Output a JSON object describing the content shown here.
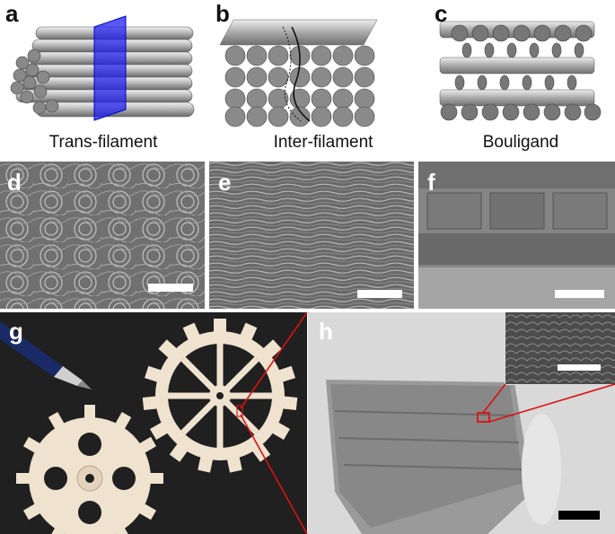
{
  "figure": {
    "panels": [
      {
        "id": "a",
        "label": "a",
        "caption": "Trans-filament"
      },
      {
        "id": "b",
        "label": "b",
        "caption": "Inter-filament"
      },
      {
        "id": "c",
        "label": "c",
        "caption": "Bouligand"
      },
      {
        "id": "d",
        "label": "d"
      },
      {
        "id": "e",
        "label": "e"
      },
      {
        "id": "f",
        "label": "f"
      },
      {
        "id": "g",
        "label": "g"
      },
      {
        "id": "h",
        "label": "h"
      }
    ],
    "colors": {
      "fracture_plane": "#2222ee",
      "zoom_lines": "#dd1111",
      "scale_bar_sem": "#ffffff",
      "scale_bar_h": "#000000"
    }
  }
}
